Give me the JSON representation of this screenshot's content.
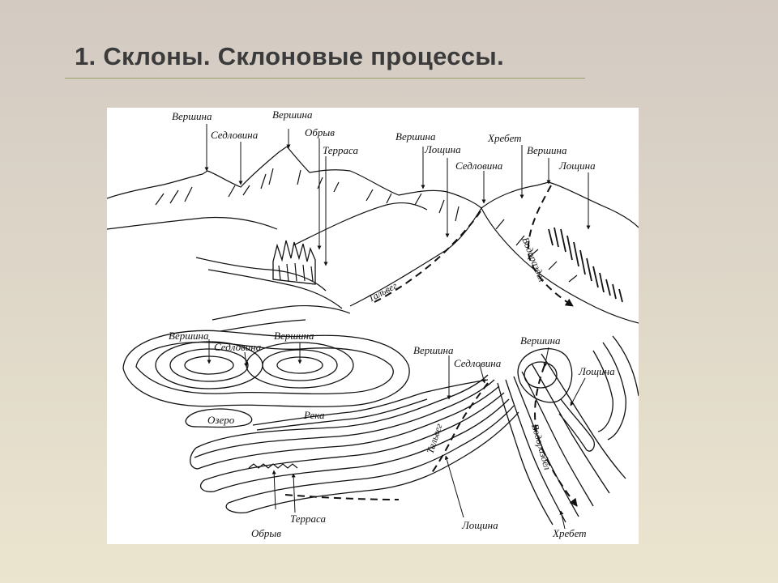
{
  "slide": {
    "title": "1. Склоны. Склоновые процессы."
  },
  "diagram": {
    "top_labels": {
      "summit_1": "Вершина",
      "saddle_1": "Седловина",
      "summit_2": "Вершина",
      "cliff": "Обрыв",
      "terrace": "Терраса",
      "summit_3": "Вершина",
      "hollow_1": "Лощина",
      "saddle_2": "Седловина",
      "ridge": "Хребет",
      "summit_4": "Вершина",
      "hollow_2": "Лощина",
      "thalweg": "Тальвег",
      "watershed": "Водораздел"
    },
    "map_labels": {
      "summit_1": "Вершина",
      "saddle_1": "Седловина",
      "summit_2": "Вершина",
      "summit_3": "Вершина",
      "saddle_2": "Седловина",
      "summit_4": "Вершина",
      "hollow_1": "Лощина",
      "lake": "Озеро",
      "river": "Река",
      "thalweg": "Тальвег",
      "watershed": "Водораздел",
      "terrace": "Терраса",
      "cliff": "Обрыв",
      "hollow_2": "Лощина",
      "ridge": "Хребет"
    }
  }
}
